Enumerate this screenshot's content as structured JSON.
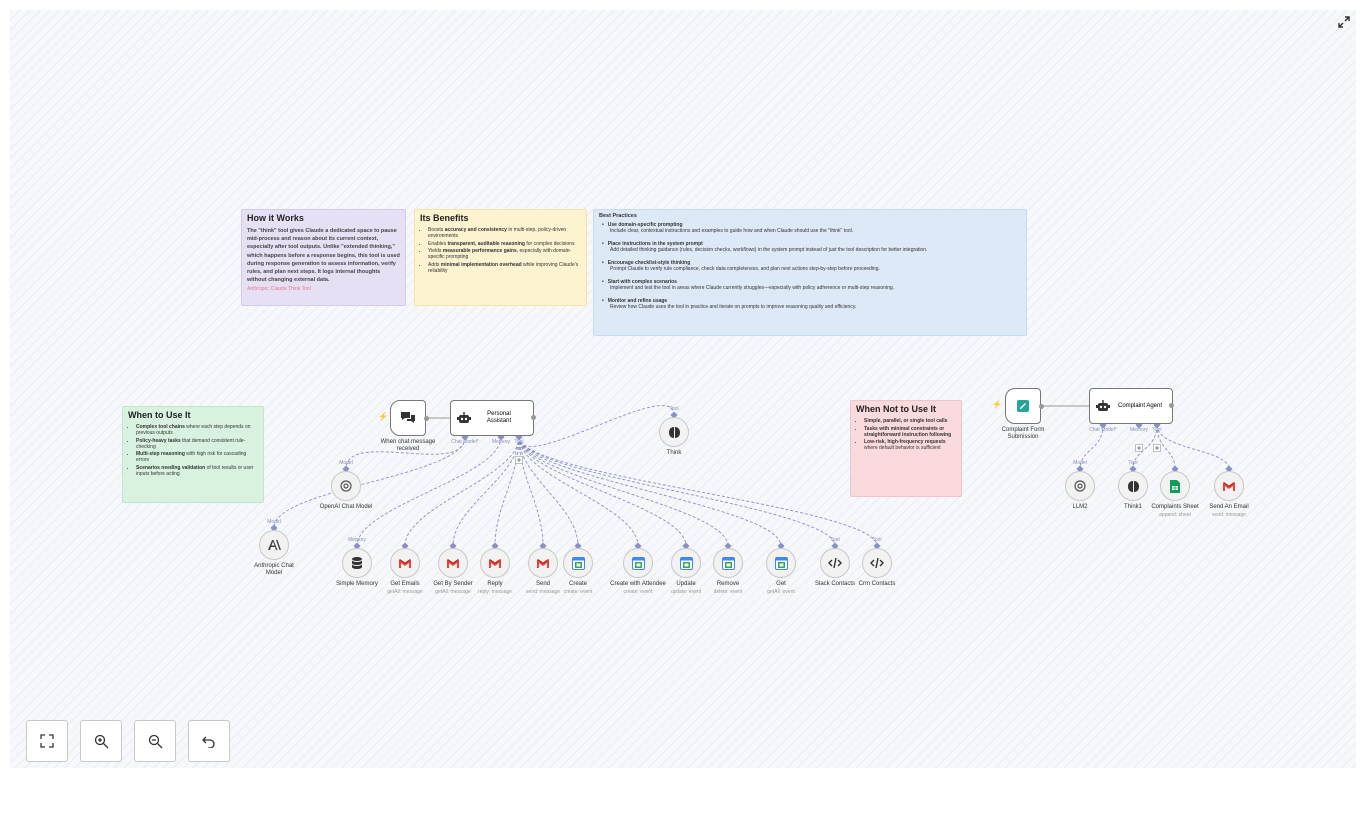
{
  "notes": {
    "how": {
      "title": "How it Works",
      "body": "The \"think\" tool gives Claude a dedicated space to pause mid-process and reason about its current context, especially after tool outputs. Unlike \"extended thinking,\" which happens before a response begins, this tool is used during response generation to assess information, verify rules, and plan next steps. It logs internal thoughts without changing external data.",
      "link": "Anthropic: Claude Think Tool"
    },
    "benefits": {
      "title": "Its Benefits",
      "items": [
        {
          "pre": "Boosts ",
          "bold": "accuracy and consistency",
          "post": " in multi-step, policy-driven environments"
        },
        {
          "pre": "Enables ",
          "bold": "transparent, auditable reasoning",
          "post": " for complex decisions"
        },
        {
          "pre": "Yields ",
          "bold": "measurable performance gains",
          "post": ", especially with domain-specific prompting"
        },
        {
          "pre": "Adds ",
          "bold": "minimal implementation overhead",
          "post": " while improving Claude's reliability"
        }
      ]
    },
    "practices": {
      "title": "Best Practices",
      "items": [
        {
          "head": "Use domain-specific prompting",
          "text": "Include clear, contextual instructions and examples to guide how and when Claude should use the \"think\" tool."
        },
        {
          "head": "Place instructions in the system prompt",
          "text": "Add detailed thinking guidance (rules, decision checks, workflows) in the system prompt instead of just the tool description for better integration."
        },
        {
          "head": "Encourage checklist-style thinking",
          "text": "Prompt Claude to verify rule compliance, check data completeness, and plan next actions step-by-step before proceeding."
        },
        {
          "head": "Start with complex scenarios",
          "text": "Implement and test the tool in areas where Claude currently struggles—especially with policy adherence or multi-step reasoning."
        },
        {
          "head": "Monitor and refine usage",
          "text": "Review how Claude uses the tool in practice and iterate on prompts to improve reasoning quality and efficiency."
        }
      ]
    },
    "when": {
      "title": "When to Use It",
      "items": [
        {
          "bold": "Complex tool chains",
          "post": " where each step depends on previous outputs"
        },
        {
          "bold": "Policy-heavy tasks",
          "post": " that demand consistent rule-checking"
        },
        {
          "bold": "Multi-step reasoning",
          "post": " with high risk for cascading errors"
        },
        {
          "bold": "Scenarios needing validation",
          "post": " of tool results or user inputs before acting"
        }
      ]
    },
    "whenNot": {
      "title": "When Not to Use It",
      "items": [
        {
          "bold": "Simple, parallel, or single tool calls",
          "post": ""
        },
        {
          "bold": "Tasks with minimal constraints or straightforward instruction following",
          "post": ""
        },
        {
          "bold": "Low-risk, high-frequency requests",
          "post": " where default behavior is sufficient"
        }
      ]
    }
  },
  "nodes": {
    "chatTrigger": {
      "label": "When chat message received"
    },
    "personalAssistant": {
      "label": "Personal Assistant"
    },
    "think": {
      "label": "Think"
    },
    "openai": {
      "label": "OpenAI Chat Model"
    },
    "anthropic": {
      "label": "Anthropic Chat Model"
    },
    "memory": {
      "label": "Simple Memory"
    },
    "getEmails": {
      "label": "Get Emails",
      "sub": "getAll: message"
    },
    "getBySender": {
      "label": "Get By Sender",
      "sub": "getAll: message"
    },
    "reply": {
      "label": "Reply",
      "sub": "reply: message"
    },
    "send": {
      "label": "Send",
      "sub": "send: message"
    },
    "create": {
      "label": "Create",
      "sub": "create: event"
    },
    "createAttendee": {
      "label": "Create with Attendee",
      "sub": "create: event"
    },
    "update": {
      "label": "Update",
      "sub": "update: event"
    },
    "remove": {
      "label": "Remove",
      "sub": "delete: event"
    },
    "get": {
      "label": "Get",
      "sub": "getAll: event"
    },
    "slack": {
      "label": "Slack Contacts"
    },
    "crm": {
      "label": "Crm Contacts"
    },
    "complaintForm": {
      "label": "Complaint Form Submission"
    },
    "complaintAgent": {
      "label": "Complaint Agent"
    },
    "llm2": {
      "label": "LLM2"
    },
    "think1": {
      "label": "Think1"
    },
    "complaintsSheet": {
      "label": "Complaints Sheet",
      "sub": "append: sheet"
    },
    "sendEmail": {
      "label": "Send An Email",
      "sub": "send: message"
    }
  },
  "ports": {
    "chatModel": "Chat Model*",
    "memory": "Memory",
    "tool": "Tool",
    "model": "Model"
  },
  "colors": {
    "gmail_red": "#ea4335",
    "calendar_blue": "#4285f4",
    "sheets_green": "#0f9d58",
    "wire": "#8a8fc8",
    "trigger": "#ff6d5a"
  }
}
